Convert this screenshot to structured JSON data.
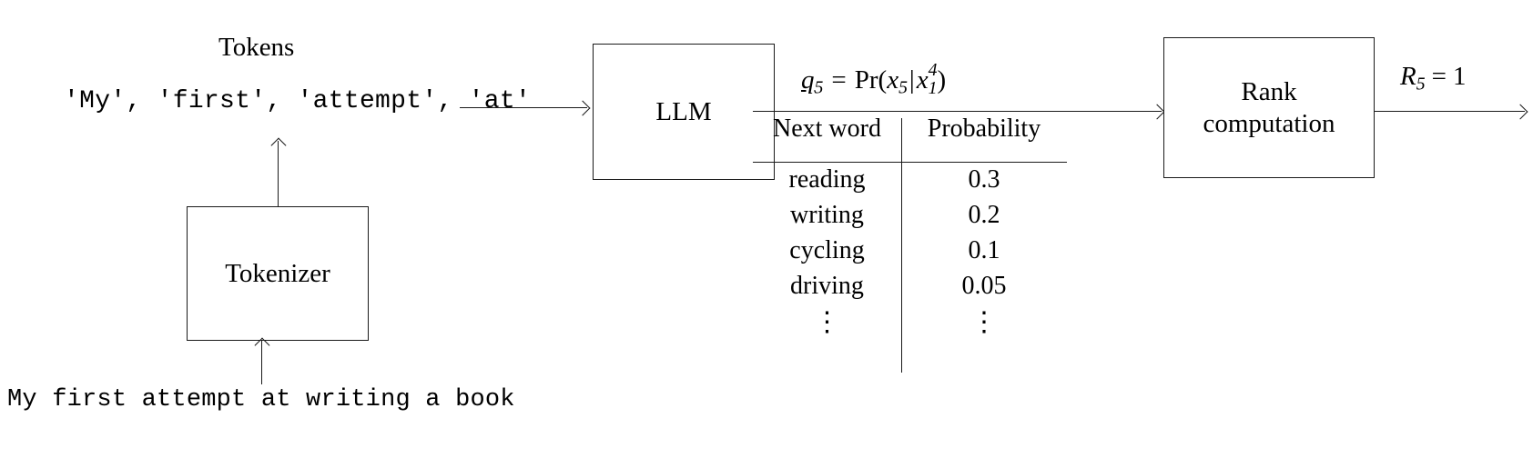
{
  "diagram": {
    "title_tokens": "Tokens",
    "token_list": "′My′, ′first′, ′attempt′, ′at′",
    "input_sentence": "My first attempt at writing a book",
    "boxes": {
      "tokenizer": "Tokenizer",
      "llm": "LLM",
      "rank_line1": "Rank",
      "rank_line2": "computation"
    },
    "formula": {
      "q_symbol": "q",
      "q_subscript": "5",
      "equals": "=",
      "pr": "Pr",
      "open_paren": "(",
      "x_symbol": "x",
      "x_subscript": "5",
      "bar": "|",
      "x2_symbol": "x",
      "x2_superscript": "4",
      "x2_subscript": "1",
      "close_paren": ")"
    },
    "output": {
      "r_symbol": "R",
      "r_subscript": "5",
      "equals": "=",
      "value": "1"
    },
    "table": {
      "headers": [
        "Next word",
        "Probability"
      ],
      "rows": [
        {
          "word": "reading",
          "probability": "0.3"
        },
        {
          "word": "writing",
          "probability": "0.2"
        },
        {
          "word": "cycling",
          "probability": "0.1"
        },
        {
          "word": "driving",
          "probability": "0.05"
        }
      ],
      "continuation": "⋮"
    },
    "colors": {
      "stroke": "#1a1a1a",
      "background": "#ffffff",
      "text": "#000000"
    }
  },
  "chart_data": {
    "type": "table",
    "title": "Next-word probability distribution q_5 = Pr(x_5|x_1^4)",
    "columns": [
      "Next word",
      "Probability"
    ],
    "categories": [
      "reading",
      "writing",
      "cycling",
      "driving"
    ],
    "values": [
      0.3,
      0.2,
      0.1,
      0.05
    ],
    "truncated": true,
    "note": "List continues (vertical dots shown)"
  }
}
